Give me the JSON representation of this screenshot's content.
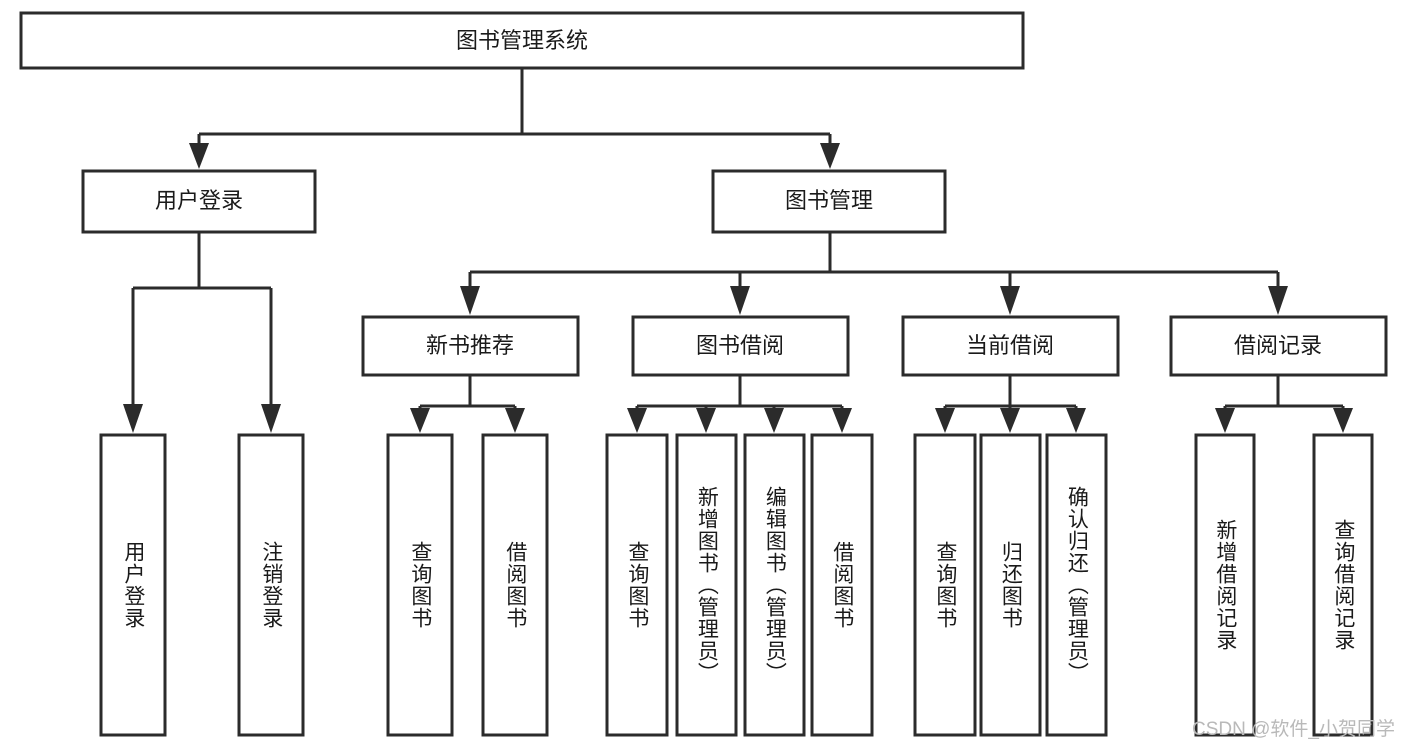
{
  "diagram": {
    "type": "tree",
    "title": "图书管理系统",
    "root": {
      "label": "图书管理系统",
      "level": 1
    },
    "level2": [
      {
        "label": "用户登录"
      },
      {
        "label": "图书管理"
      }
    ],
    "level3": [
      {
        "label": "新书推荐"
      },
      {
        "label": "图书借阅"
      },
      {
        "label": "当前借阅"
      },
      {
        "label": "借阅记录"
      }
    ],
    "leaves": {
      "user_login": [
        {
          "label": "用户登录"
        },
        {
          "label": "注销登录"
        }
      ],
      "new_book_recommend": [
        {
          "label": "查询图书"
        },
        {
          "label": "借阅图书"
        }
      ],
      "book_borrow": [
        {
          "label": "查询图书"
        },
        {
          "label": "新增图书（管理员）"
        },
        {
          "label": "编辑图书（管理员）"
        },
        {
          "label": "借阅图书"
        }
      ],
      "current_borrow": [
        {
          "label": "查询图书"
        },
        {
          "label": "归还图书"
        },
        {
          "label": "确认归还（管理员）"
        }
      ],
      "borrow_record": [
        {
          "label": "新增借阅记录"
        },
        {
          "label": "查询借阅记录"
        }
      ]
    },
    "colors": {
      "box_stroke": "#2b2b2b",
      "box_fill": "#ffffff",
      "text": "#1a1a1a",
      "watermark": "#b9b9b9",
      "background": "#ffffff"
    }
  },
  "watermark": {
    "text": "CSDN @软件_小贺同学"
  }
}
